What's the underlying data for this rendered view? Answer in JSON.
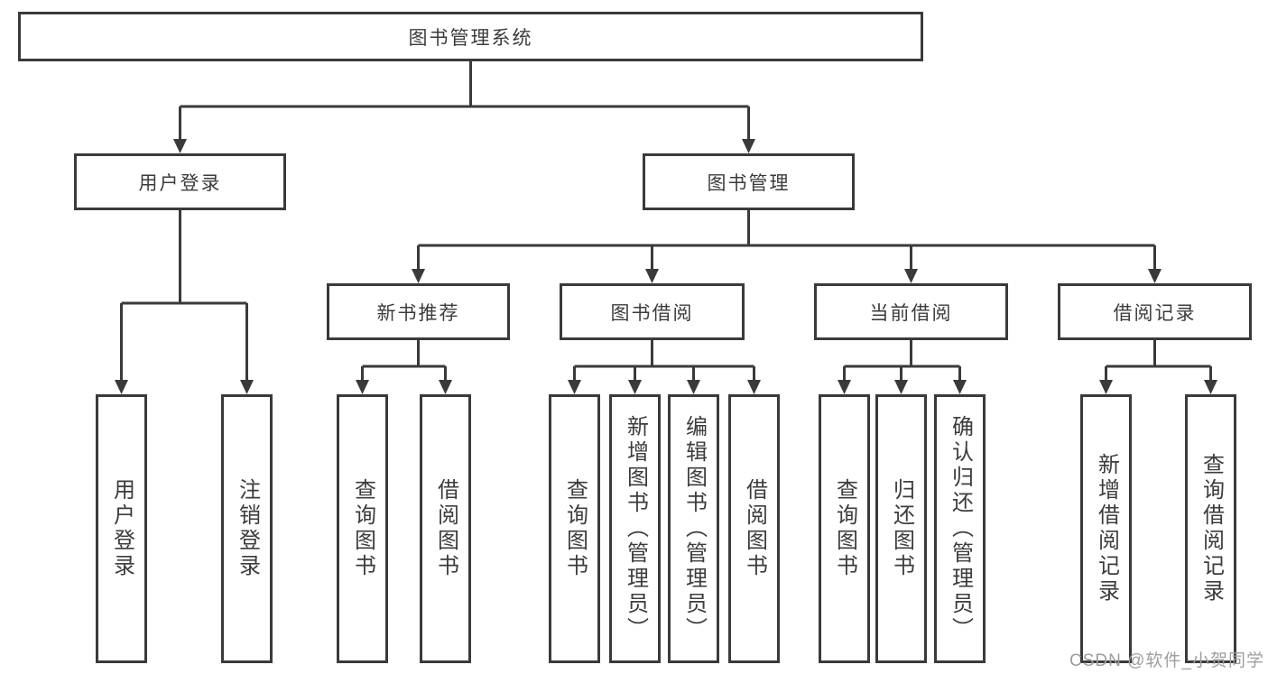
{
  "tree": {
    "root": {
      "label": "图书管理系统",
      "children": [
        {
          "label": "用户登录",
          "children": [
            {
              "label": "用户登录"
            },
            {
              "label": "注销登录"
            }
          ]
        },
        {
          "label": "图书管理",
          "children": [
            {
              "label": "新书推荐",
              "children": [
                {
                  "label": "查询图书"
                },
                {
                  "label": "借阅图书"
                }
              ]
            },
            {
              "label": "图书借阅",
              "children": [
                {
                  "label": "查询图书"
                },
                {
                  "label": "新增图书（管理员）"
                },
                {
                  "label": "编辑图书（管理员）"
                },
                {
                  "label": "借阅图书"
                }
              ]
            },
            {
              "label": "当前借阅",
              "children": [
                {
                  "label": "查询图书"
                },
                {
                  "label": "归还图书"
                },
                {
                  "label": "确认归还（管理员）"
                }
              ]
            },
            {
              "label": "借阅记录",
              "children": [
                {
                  "label": "新增借阅记录"
                },
                {
                  "label": "查询借阅记录"
                }
              ]
            }
          ]
        }
      ]
    }
  },
  "watermark": {
    "text": "CSDN @软件_小贺同学"
  },
  "colors": {
    "line": "#3a3a3a",
    "text": "#3c3c3c",
    "watermark": "#9e9e9e",
    "background": "#ffffff"
  }
}
